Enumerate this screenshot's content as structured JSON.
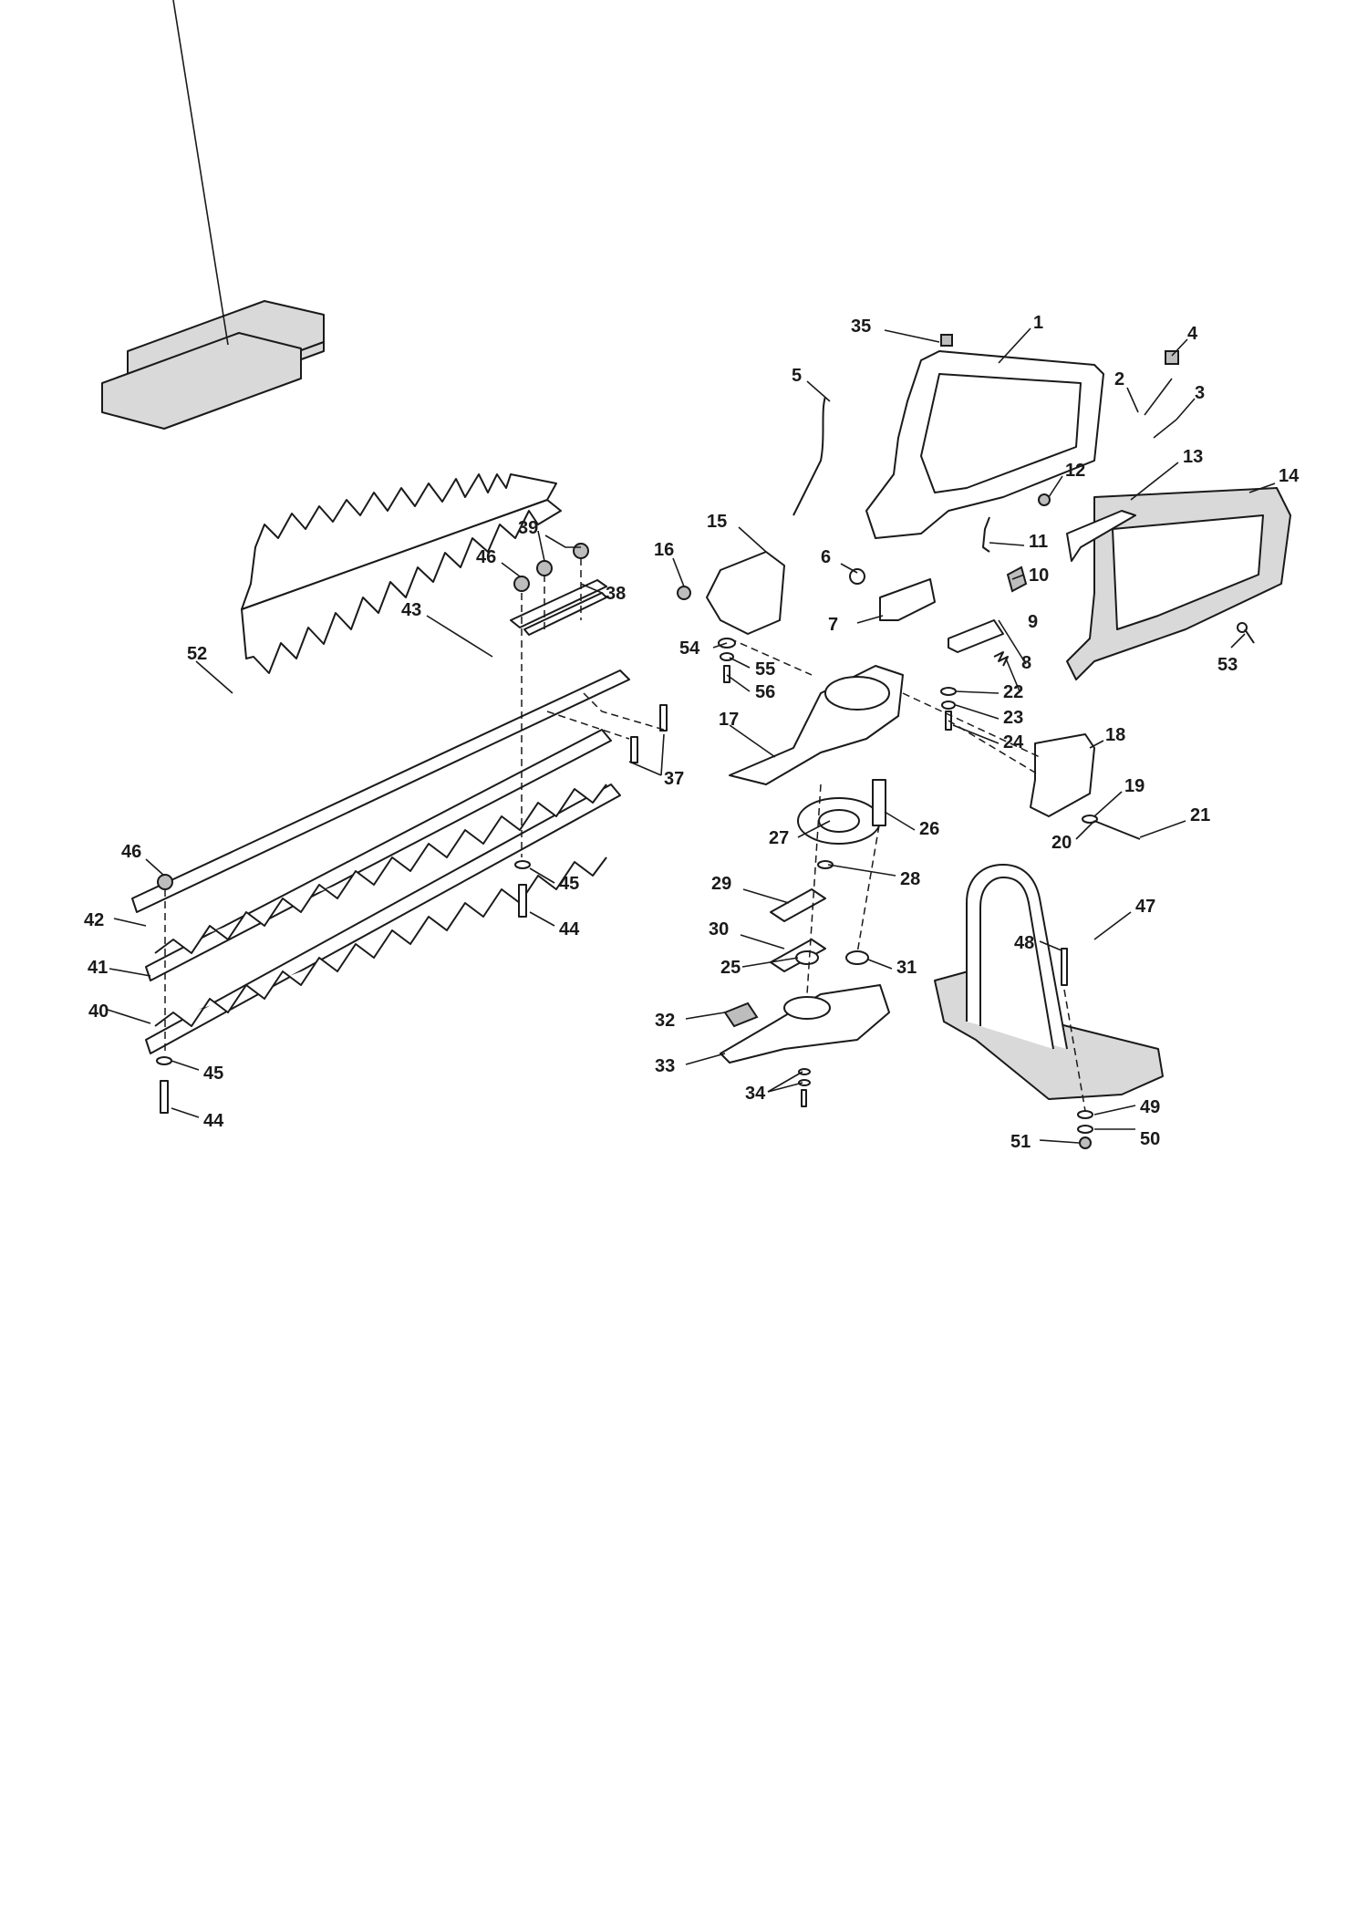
{
  "diagram": {
    "background": "#ffffff",
    "line_color": "#1a1a1a",
    "callouts": [
      {
        "id": "c1",
        "label": "1"
      },
      {
        "id": "c2",
        "label": "2"
      },
      {
        "id": "c3",
        "label": "3"
      },
      {
        "id": "c4",
        "label": "4"
      },
      {
        "id": "c5",
        "label": "5"
      },
      {
        "id": "c6",
        "label": "6"
      },
      {
        "id": "c7",
        "label": "7"
      },
      {
        "id": "c8",
        "label": "8"
      },
      {
        "id": "c9",
        "label": "9"
      },
      {
        "id": "c10",
        "label": "10"
      },
      {
        "id": "c11",
        "label": "11"
      },
      {
        "id": "c12",
        "label": "12"
      },
      {
        "id": "c13",
        "label": "13"
      },
      {
        "id": "c14",
        "label": "14"
      },
      {
        "id": "c15",
        "label": "15"
      },
      {
        "id": "c16",
        "label": "16"
      },
      {
        "id": "c17",
        "label": "17"
      },
      {
        "id": "c18",
        "label": "18"
      },
      {
        "id": "c19",
        "label": "19"
      },
      {
        "id": "c20",
        "label": "20"
      },
      {
        "id": "c21",
        "label": "21"
      },
      {
        "id": "c22",
        "label": "22"
      },
      {
        "id": "c23",
        "label": "23"
      },
      {
        "id": "c24",
        "label": "24"
      },
      {
        "id": "c25",
        "label": "25"
      },
      {
        "id": "c26",
        "label": "26"
      },
      {
        "id": "c27",
        "label": "27"
      },
      {
        "id": "c28",
        "label": "28"
      },
      {
        "id": "c29",
        "label": "29"
      },
      {
        "id": "c30",
        "label": "30"
      },
      {
        "id": "c31",
        "label": "31"
      },
      {
        "id": "c32",
        "label": "32"
      },
      {
        "id": "c33",
        "label": "33"
      },
      {
        "id": "c34",
        "label": "34"
      },
      {
        "id": "c35",
        "label": "35"
      },
      {
        "id": "c37",
        "label": "37"
      },
      {
        "id": "c38",
        "label": "38"
      },
      {
        "id": "c39",
        "label": "39"
      },
      {
        "id": "c40",
        "label": "40"
      },
      {
        "id": "c41",
        "label": "41"
      },
      {
        "id": "c42",
        "label": "42"
      },
      {
        "id": "c43",
        "label": "43"
      },
      {
        "id": "c44a",
        "label": "44"
      },
      {
        "id": "c44b",
        "label": "44"
      },
      {
        "id": "c45a",
        "label": "45"
      },
      {
        "id": "c45b",
        "label": "45"
      },
      {
        "id": "c46a",
        "label": "46"
      },
      {
        "id": "c46b",
        "label": "46"
      },
      {
        "id": "c47",
        "label": "47"
      },
      {
        "id": "c48",
        "label": "48"
      },
      {
        "id": "c49",
        "label": "49"
      },
      {
        "id": "c50",
        "label": "50"
      },
      {
        "id": "c51",
        "label": "51"
      },
      {
        "id": "c52",
        "label": "52"
      },
      {
        "id": "c53",
        "label": "53"
      },
      {
        "id": "c54",
        "label": "54"
      },
      {
        "id": "c55",
        "label": "55"
      },
      {
        "id": "c56",
        "label": "56"
      }
    ]
  }
}
